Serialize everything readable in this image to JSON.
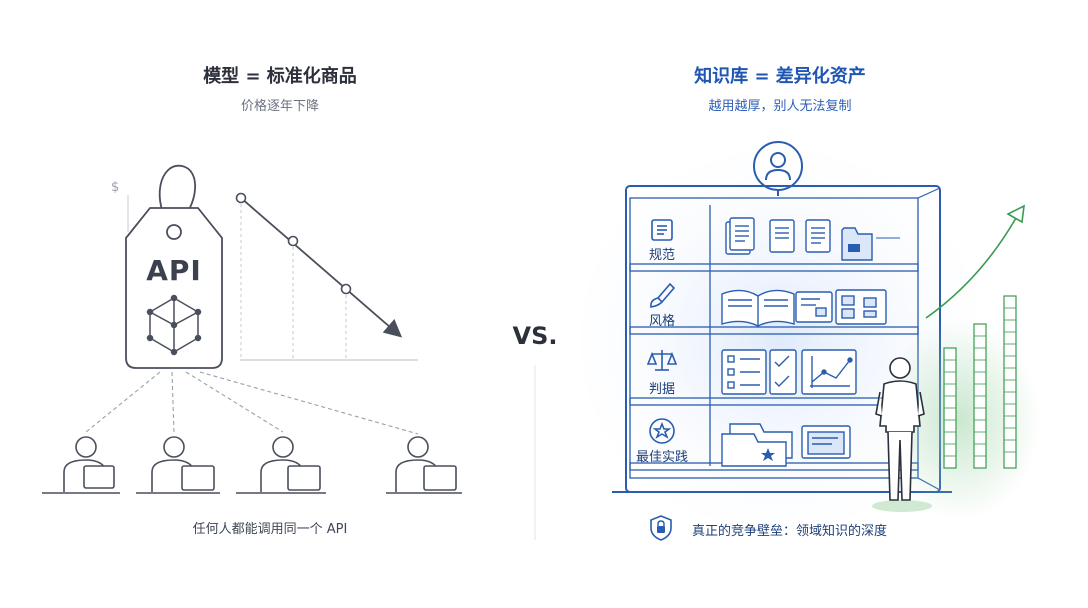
{
  "left": {
    "title": "模型 = 标准化商品",
    "subtitle": "价格逐年下降",
    "tag_label": "API",
    "currency_symbol": "$",
    "caption": "任何人都能调用同一个 API"
  },
  "vs_label": "VS.",
  "right": {
    "title": "知识库 = 差异化资产",
    "subtitle": "越用越厚，别人无法复制",
    "shelves": [
      {
        "label": "规范",
        "icon": "document-icon"
      },
      {
        "label": "风格",
        "icon": "brush-icon"
      },
      {
        "label": "判据",
        "icon": "scales-icon"
      },
      {
        "label": "最佳实践",
        "icon": "star-icon"
      }
    ],
    "caption": "真正的竞争壁垒：领域知识的深度",
    "caption_icon": "lock-icon"
  },
  "colors": {
    "accent_blue": "#2a5db0",
    "accent_green": "#2f9e44",
    "line_gray": "#4a4f5c"
  }
}
